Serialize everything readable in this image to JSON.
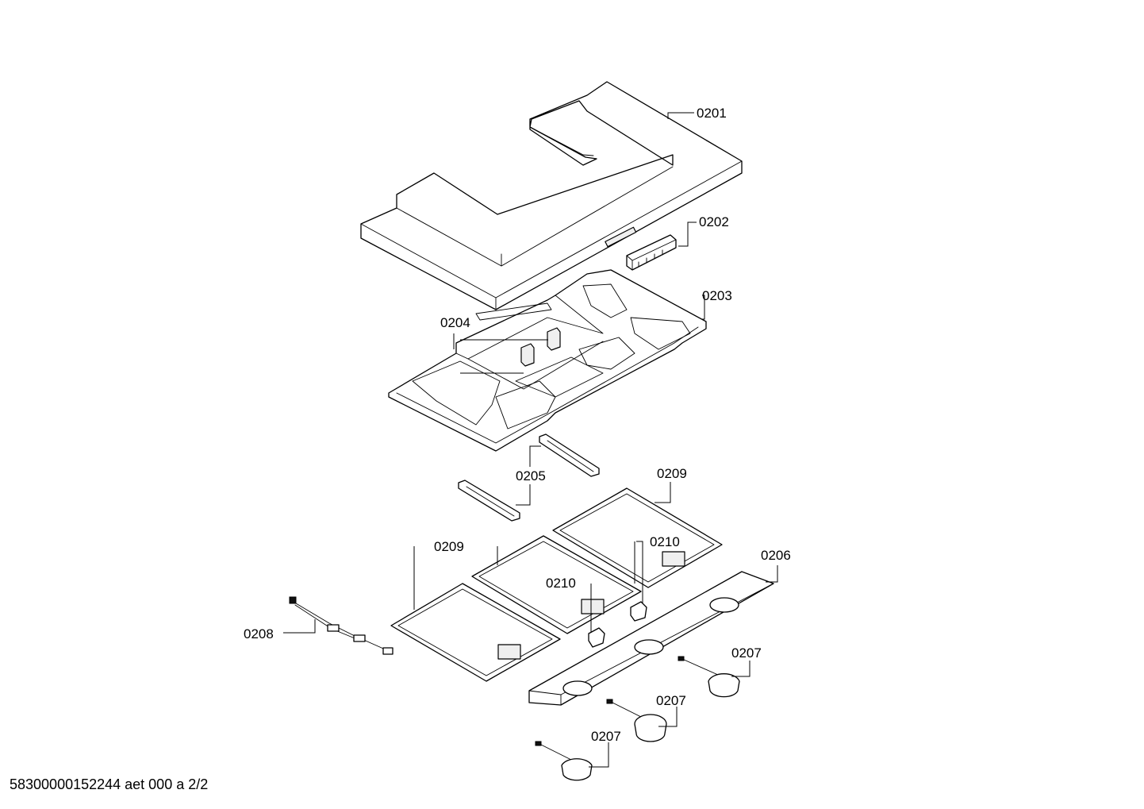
{
  "callouts": {
    "c0201": "0201",
    "c0202": "0202",
    "c0203": "0203",
    "c0204": "0204",
    "c0205": "0205",
    "c0206": "0206",
    "c0207a": "0207",
    "c0207b": "0207",
    "c0207c": "0207",
    "c0208": "0208",
    "c0209a": "0209",
    "c0209b": "0209",
    "c0210a": "0210",
    "c0210b": "0210"
  },
  "footer": {
    "document_code": "58300000152244 aet 000 a 2/2"
  }
}
